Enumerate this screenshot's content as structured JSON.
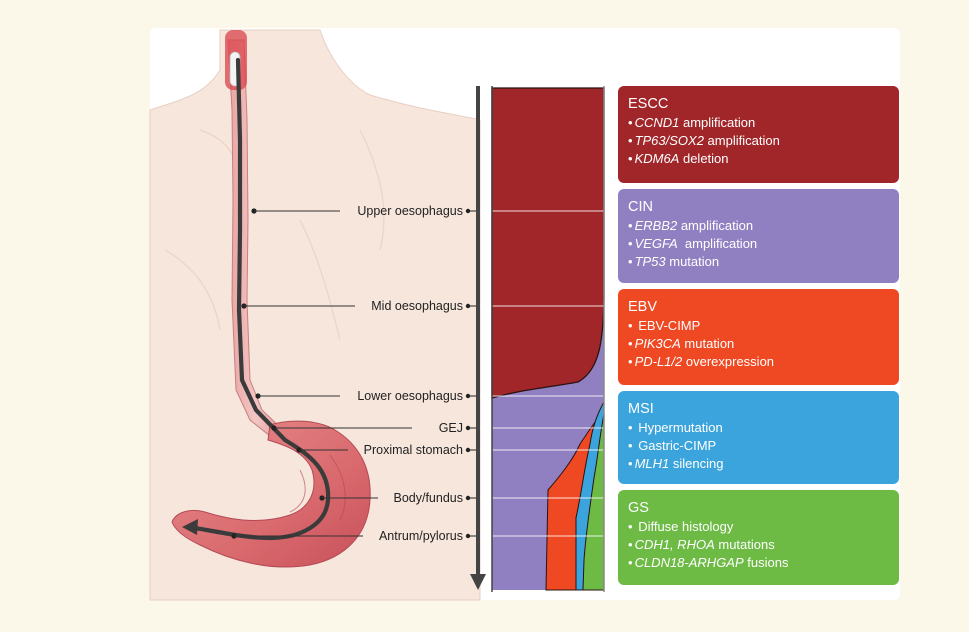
{
  "locations": [
    {
      "id": "upper-oesophagus",
      "label": "Upper oesophagus"
    },
    {
      "id": "mid-oesophagus",
      "label": "Mid oesophagus"
    },
    {
      "id": "lower-oesophagus",
      "label": "Lower oesophagus"
    },
    {
      "id": "gej",
      "label": "GEJ"
    },
    {
      "id": "proximal-stomach",
      "label": "Proximal stomach"
    },
    {
      "id": "body-fundus",
      "label": "Body/fundus"
    },
    {
      "id": "antrum-pylorus",
      "label": "Antrum/pylorus"
    }
  ],
  "subtypes": [
    {
      "id": "escc",
      "name": "ESCC",
      "color": "#a1262a",
      "features": [
        {
          "italic": "CCND1",
          "rest": " amplification"
        },
        {
          "italic": "TP63/SOX2",
          "rest": " amplification"
        },
        {
          "italic": "KDM6A",
          "rest": " deletion"
        }
      ]
    },
    {
      "id": "cin",
      "name": "CIN",
      "color": "#9180c1",
      "features": [
        {
          "italic": "ERBB2",
          "rest": " amplification"
        },
        {
          "italic": "VEGFA",
          "rest": "  amplification"
        },
        {
          "italic": "TP53",
          "rest": " mutation"
        }
      ]
    },
    {
      "id": "ebv",
      "name": "EBV",
      "color": "#ef4923",
      "features": [
        {
          "italic": "",
          "rest": "EBV-CIMP"
        },
        {
          "italic": "PIK3CA",
          "rest": " mutation"
        },
        {
          "italic": "PD-L1/2",
          "rest": " overexpression"
        }
      ]
    },
    {
      "id": "msi",
      "name": "MSI",
      "color": "#3ba4dc",
      "features": [
        {
          "italic": "",
          "rest": "Hypermutation"
        },
        {
          "italic": "",
          "rest": "Gastric-CIMP"
        },
        {
          "italic": "MLH1",
          "rest": " silencing"
        }
      ]
    },
    {
      "id": "gs",
      "name": "GS",
      "color": "#6dbb45",
      "features": [
        {
          "italic": "",
          "rest": "Diffuse histology"
        },
        {
          "italic": "CDH1, RHOA",
          "rest": " mutations"
        },
        {
          "italic": "CLDN18-ARHGAP",
          "rest": " fusions"
        }
      ]
    }
  ],
  "bullet_char": "•"
}
